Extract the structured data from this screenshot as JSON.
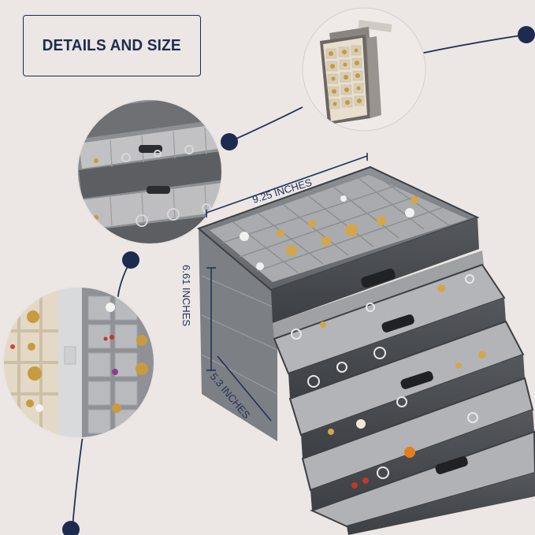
{
  "title": "DETAILS AND SIZE",
  "dimensions": {
    "width": "9.25 INCHES",
    "height": "6.61 INCHES",
    "depth": "5.3 INCHES"
  },
  "colors": {
    "background": "#ece6e4",
    "accent": "#1d2b4f",
    "velvet": "#b9b9bb",
    "beige_velvet": "#e6ddcc"
  }
}
